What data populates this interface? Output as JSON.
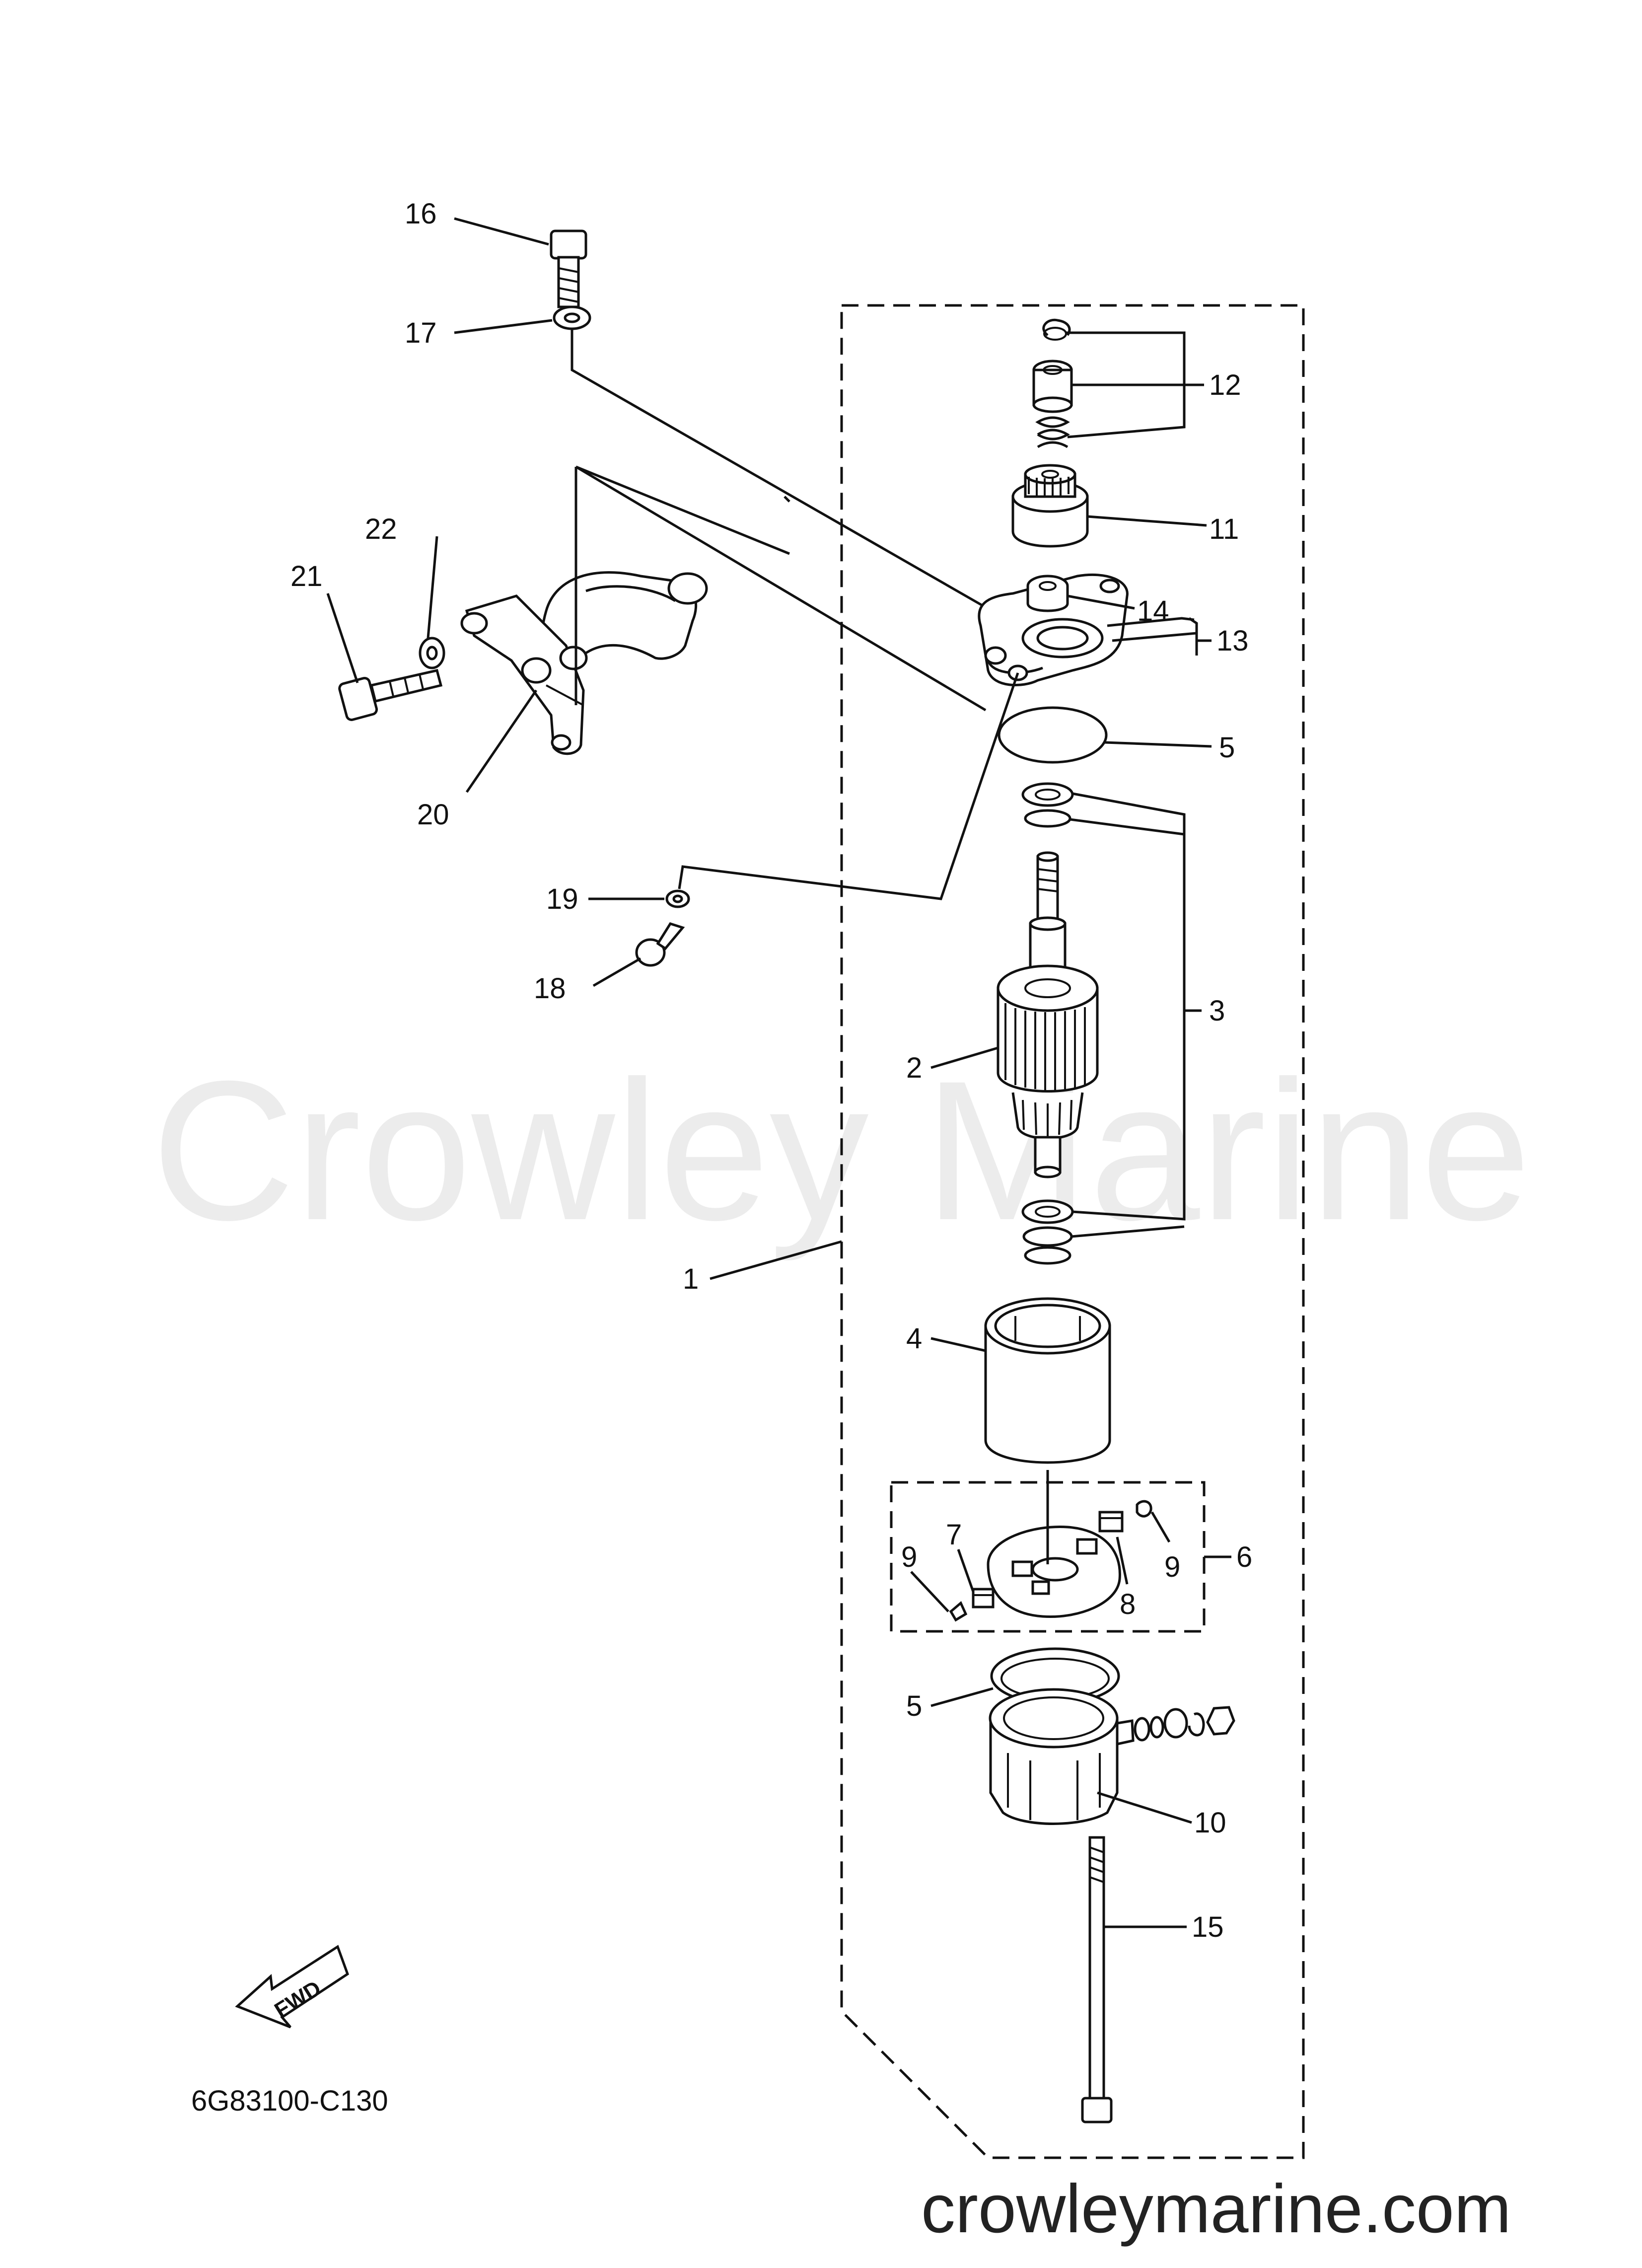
{
  "watermark": "Crowley Marine",
  "website": "crowleymarine.com",
  "diagram_code": "6G83100-C130",
  "fwd_label": "FWD",
  "callouts": {
    "c1": "1",
    "c2": "2",
    "c3": "3",
    "c4": "4",
    "c5a": "5",
    "c5b": "5",
    "c6": "6",
    "c7": "7",
    "c8": "8",
    "c9a": "9",
    "c9b": "9",
    "c10": "10",
    "c11": "11",
    "c12": "12",
    "c13": "13",
    "c14": "14",
    "c15": "15",
    "c16": "16",
    "c17": "17",
    "c18": "18",
    "c19": "19",
    "c20": "20",
    "c21": "21",
    "c22": "22"
  }
}
